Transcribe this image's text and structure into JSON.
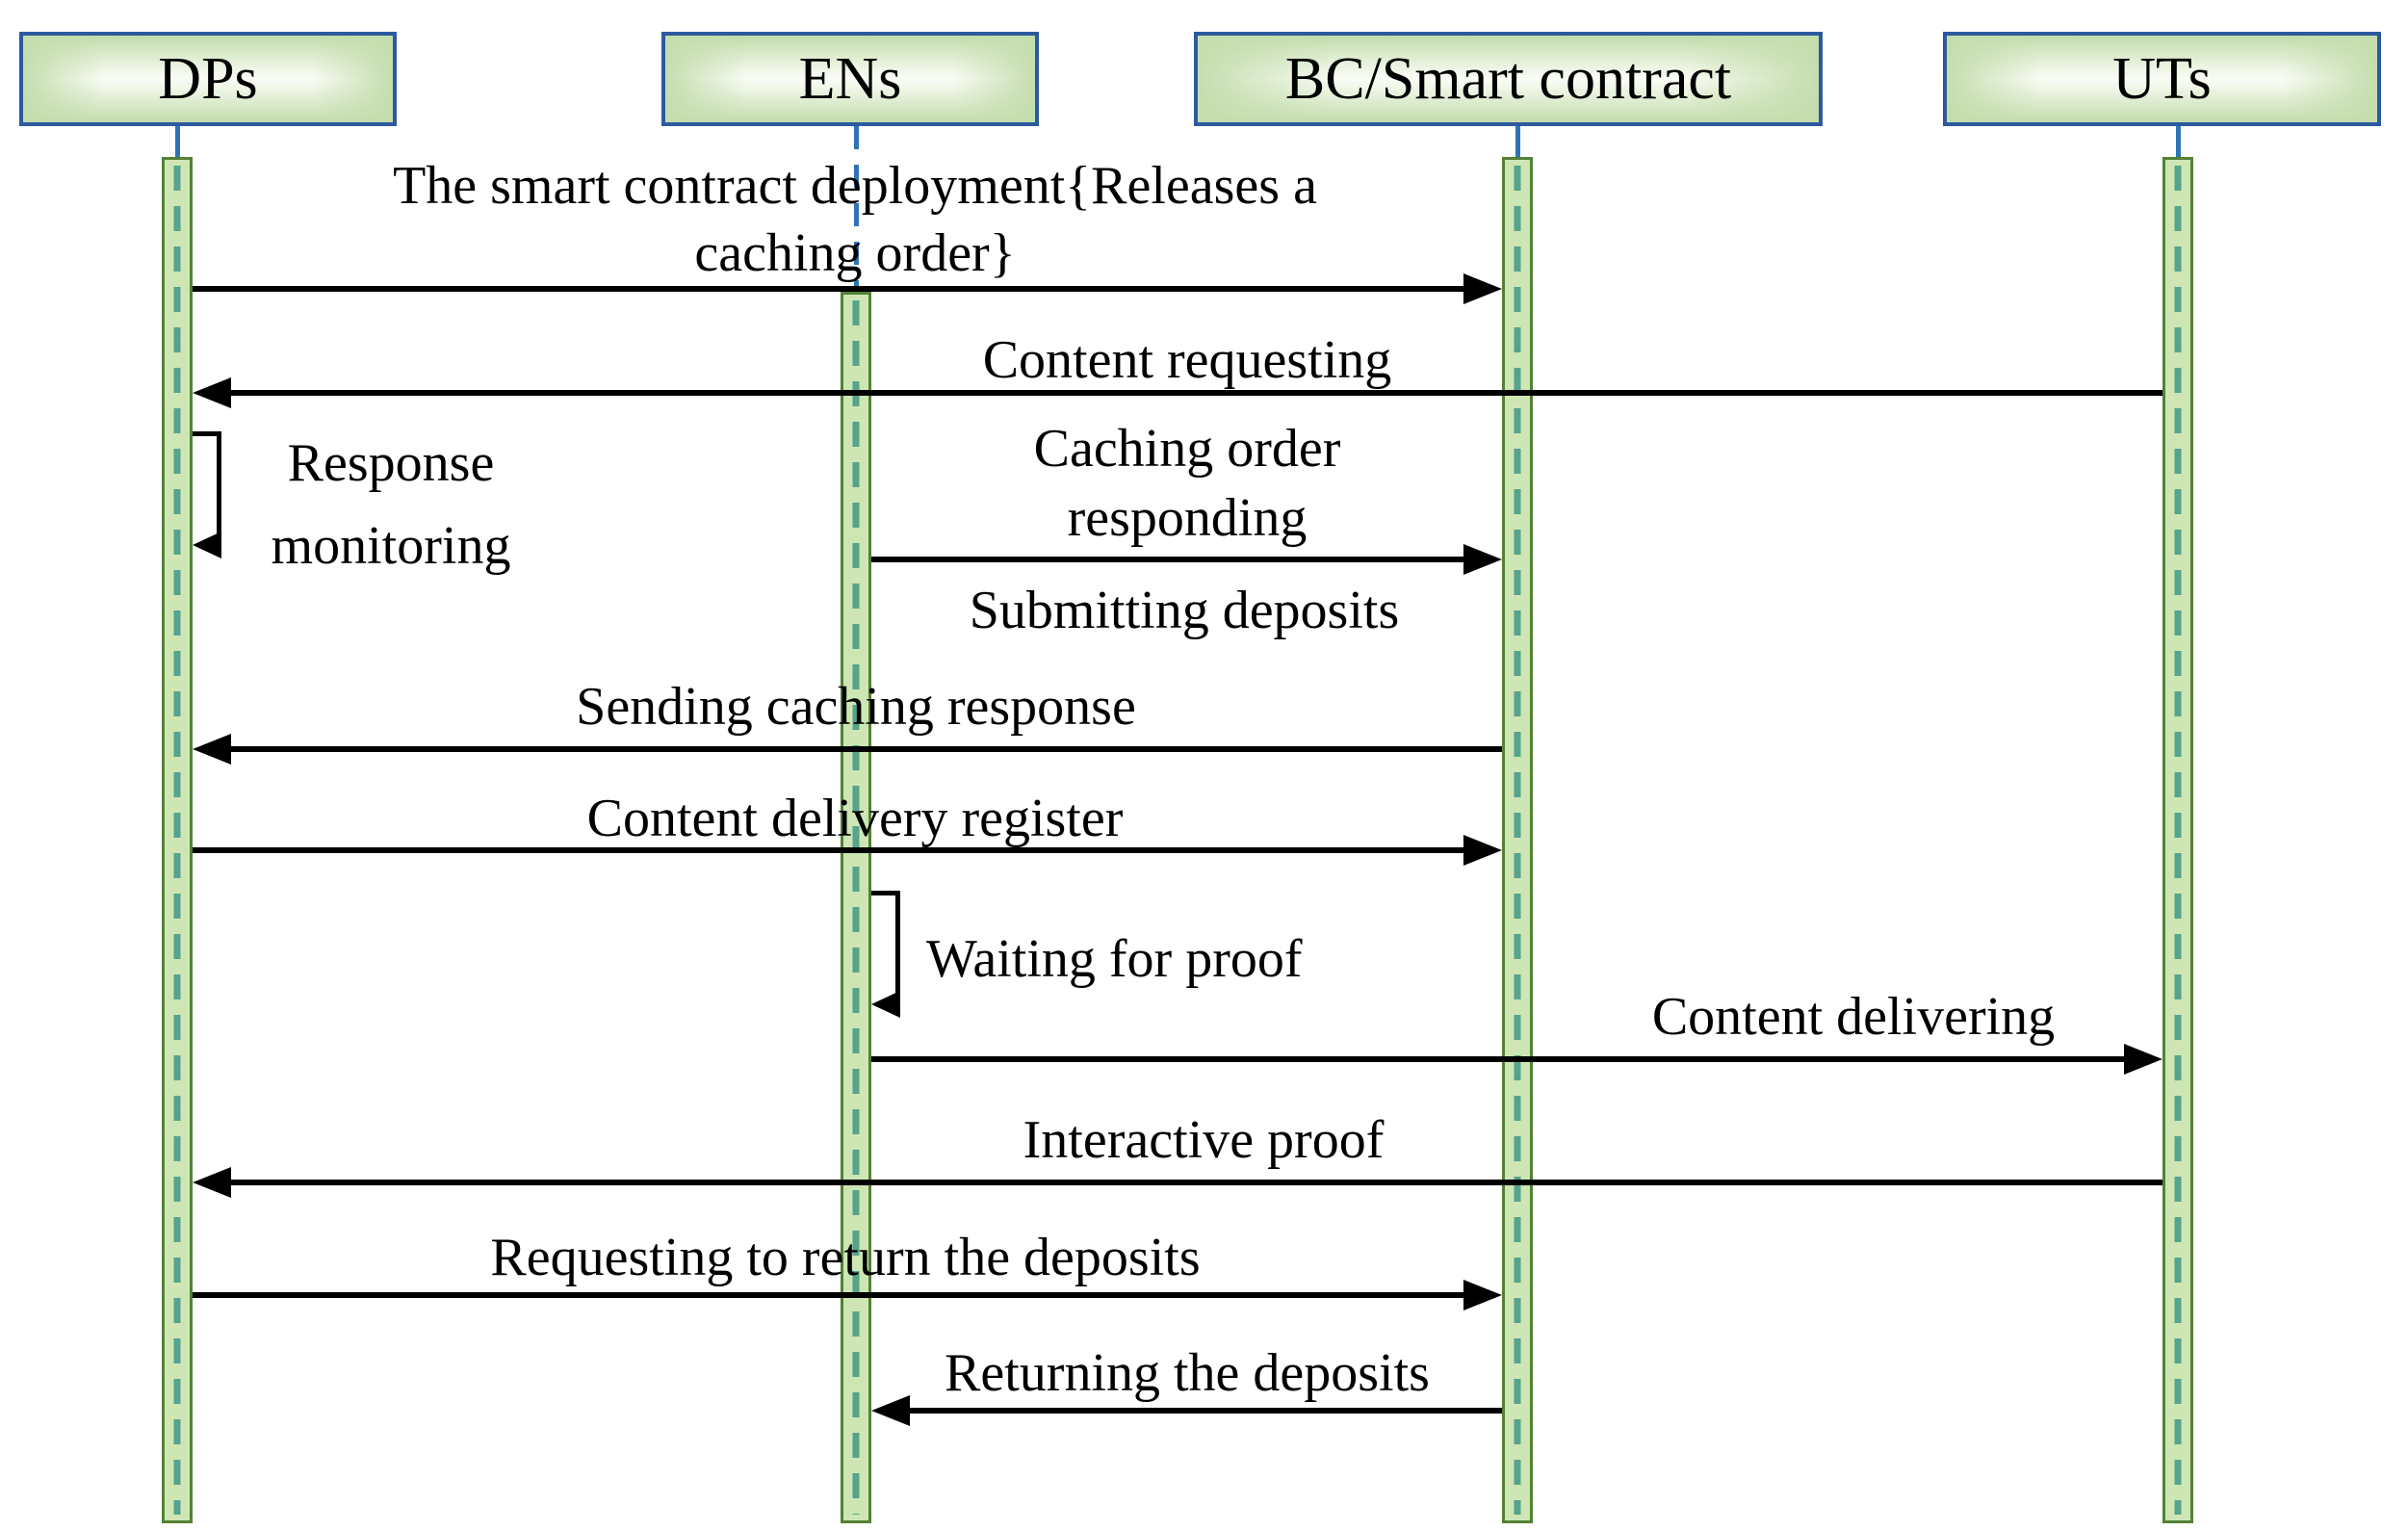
{
  "actors": [
    {
      "label": "DPs"
    },
    {
      "label": "ENs"
    },
    {
      "label": "BC/Smart contract"
    },
    {
      "label": "UTs"
    }
  ],
  "messages": [
    {
      "from": "DPs",
      "to": "BC/Smart contract",
      "direction": "right",
      "lines": [
        "The smart contract deployment{Releases a",
        "caching order}"
      ]
    },
    {
      "from": "UTs",
      "to": "DPs",
      "direction": "left",
      "lines": [
        "Content requesting"
      ]
    },
    {
      "from": "ENs",
      "to": "BC/Smart contract",
      "direction": "right",
      "lines": [
        "Caching order",
        "responding"
      ],
      "sublabel": "Submitting deposits"
    },
    {
      "from": "BC/Smart contract",
      "to": "DPs",
      "direction": "left",
      "lines": [
        "Sending caching response"
      ]
    },
    {
      "from": "DPs",
      "to": "BC/Smart contract",
      "direction": "right",
      "lines": [
        "Content delivery register"
      ]
    },
    {
      "from": "ENs",
      "to": "UTs",
      "direction": "right",
      "lines": [
        "Content delivering"
      ]
    },
    {
      "from": "UTs",
      "to": "DPs",
      "direction": "left",
      "lines": [
        "Interactive proof"
      ]
    },
    {
      "from": "DPs",
      "to": "BC/Smart contract",
      "direction": "right",
      "lines": [
        "Requesting to return the deposits"
      ]
    },
    {
      "from": "BC/Smart contract",
      "to": "ENs",
      "direction": "left",
      "lines": [
        "Returning the deposits"
      ]
    }
  ],
  "self_messages": [
    {
      "actor": "DPs",
      "lines": [
        "Response",
        "monitoring"
      ]
    },
    {
      "actor": "ENs",
      "lines": [
        "Waiting for proof"
      ]
    }
  ],
  "colors": {
    "actor_box_border": "#2d5a9e",
    "actor_box_fill": "#c6dfb0",
    "activation_fill": "#cde6b4",
    "activation_border": "#538135",
    "lifeline_dash": "#56a38e",
    "connector_blue": "#2e74b5",
    "message_line": "#000000"
  }
}
